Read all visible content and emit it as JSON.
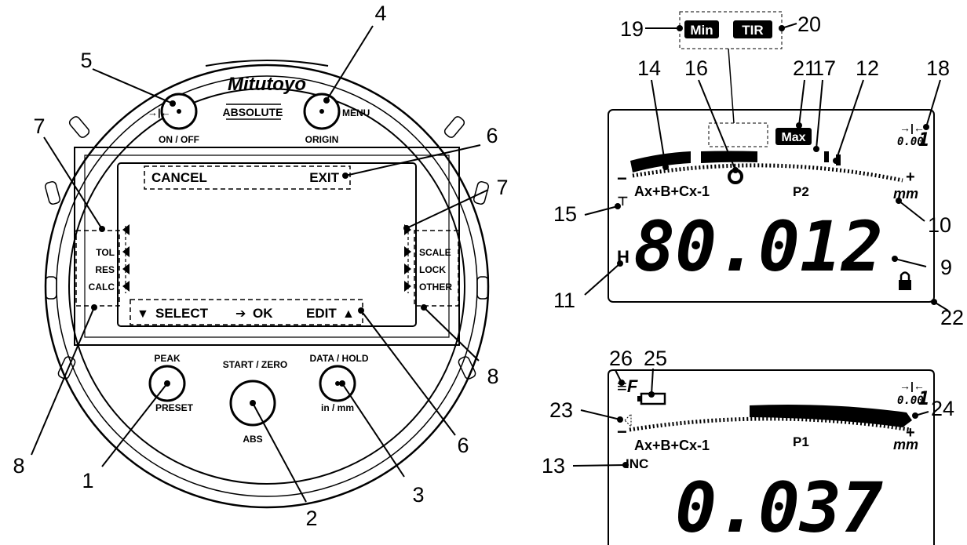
{
  "brand": "Mitutoyo",
  "absolute": "ABSOLUTE",
  "buttons": {
    "onoff": "ON / OFF",
    "menu": "MENU",
    "origin": "ORIGIN",
    "peak": "PEAK",
    "preset": "PRESET",
    "startzero": "START / ZERO",
    "abs": "ABS",
    "datahold": "DATA / HOLD",
    "inmm": "in / mm"
  },
  "screen": {
    "cancel": "CANCEL",
    "exit": "EXIT",
    "select": "SELECT",
    "ok": "OK",
    "edit": "EDIT",
    "left_items": [
      "TOL",
      "RES",
      "CALC"
    ],
    "right_items": [
      "SCALE",
      "LOCK",
      "OTHER"
    ]
  },
  "callouts": [
    "1",
    "2",
    "3",
    "4",
    "5",
    "6",
    "6",
    "7",
    "7",
    "8",
    "8",
    "9",
    "10",
    "11",
    "12",
    "13",
    "14",
    "15",
    "16",
    "17",
    "18",
    "19",
    "20",
    "21",
    "22",
    "23",
    "24",
    "25",
    "26"
  ],
  "lcd_top": {
    "min": "Min",
    "tir": "TIR",
    "max": "Max",
    "formula": "Ax+B+Cx-1",
    "p": "P2",
    "unit": "mm",
    "h": "H",
    "reading": "80.012",
    "res": "0.00",
    "res_digit": "1",
    "minus": "−",
    "plus": "+"
  },
  "lcd_bottom": {
    "formula": "Ax+B+Cx-1",
    "p": "P1",
    "unit": "mm",
    "inc": "INC",
    "reading": "0.037",
    "res": "0.00",
    "res_digit": "1",
    "minus": "−",
    "plus": "+"
  }
}
